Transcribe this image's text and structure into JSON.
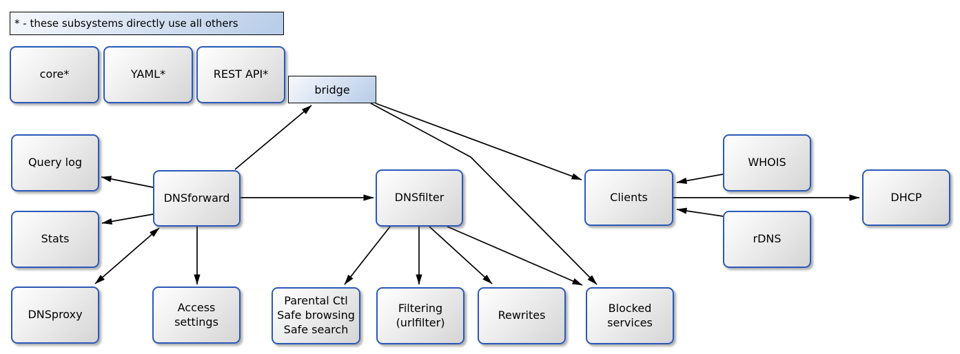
{
  "legend": {
    "label": "* - these subsystems directly use all others"
  },
  "nodes": {
    "core": {
      "label": "core*"
    },
    "yaml": {
      "label": "YAML*"
    },
    "rest_api": {
      "label": "REST API*"
    },
    "bridge": {
      "label": "bridge"
    },
    "query_log": {
      "label": "Query log"
    },
    "stats": {
      "label": "Stats"
    },
    "dnsproxy": {
      "label": "DNSproxy"
    },
    "dnsforward": {
      "label": "DNSforward"
    },
    "access_settings": {
      "label": "Access\nsettings"
    },
    "dnsfilter": {
      "label": "DNSfilter"
    },
    "parental": {
      "label": "Parental Ctl\nSafe browsing\nSafe search"
    },
    "filtering": {
      "label": "Filtering\n(urlfilter)"
    },
    "rewrites": {
      "label": "Rewrites"
    },
    "blocked_services": {
      "label": "Blocked\nservices"
    },
    "clients": {
      "label": "Clients"
    },
    "whois": {
      "label": "WHOIS"
    },
    "rdns": {
      "label": "rDNS"
    },
    "dhcp": {
      "label": "DHCP"
    }
  },
  "edges": [
    {
      "from": "DNSforward",
      "to": "Query log",
      "direction": "single"
    },
    {
      "from": "DNSforward",
      "to": "Stats",
      "direction": "single"
    },
    {
      "from": "DNSforward",
      "to": "DNSproxy",
      "direction": "double"
    },
    {
      "from": "DNSforward",
      "to": "Access settings",
      "direction": "single"
    },
    {
      "from": "DNSforward",
      "to": "DNSfilter",
      "direction": "single"
    },
    {
      "from": "DNSforward",
      "to": "bridge",
      "direction": "single"
    },
    {
      "from": "bridge",
      "to": "Clients",
      "direction": "single"
    },
    {
      "from": "bridge",
      "to": "Blocked services",
      "direction": "single"
    },
    {
      "from": "DNSfilter",
      "to": "Parental Ctl Safe browsing Safe search",
      "direction": "single"
    },
    {
      "from": "DNSfilter",
      "to": "Filtering (urlfilter)",
      "direction": "single"
    },
    {
      "from": "DNSfilter",
      "to": "Rewrites",
      "direction": "single"
    },
    {
      "from": "DNSfilter",
      "to": "Blocked services",
      "direction": "single"
    },
    {
      "from": "WHOIS",
      "to": "Clients",
      "direction": "single"
    },
    {
      "from": "rDNS",
      "to": "Clients",
      "direction": "single"
    },
    {
      "from": "Clients",
      "to": "DHCP",
      "direction": "single"
    }
  ],
  "palette": {
    "node_border": "#2a58b8",
    "node_fill_light": "#ffffff",
    "node_fill_dark": "#d5d5d5",
    "banner_border": "#000000",
    "banner_fill_light": "#f6f9fd",
    "banner_fill_dark": "#b7cce8",
    "edge_color": "#000000",
    "text_color": "#000000",
    "background": "#ffffff"
  }
}
